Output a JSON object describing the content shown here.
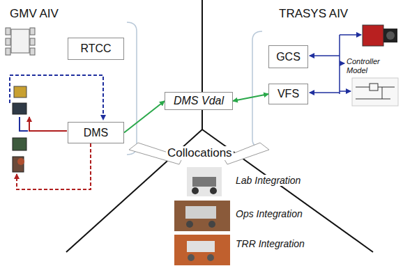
{
  "diagram": {
    "nodes": [
      {
        "text": [
          "RTCC"
        ]
      },
      {
        "text": [
          "DMS"
        ]
      },
      {
        "text": [
          "DMS Vdal"
        ]
      },
      {
        "text": [
          "GCS"
        ]
      },
      {
        "text": [
          "VFS"
        ]
      }
    ],
    "edges": [
      {
        "from": 1,
        "to": 2,
        "arrow": "to"
      },
      {
        "from": 2,
        "to": 4,
        "arrow": "both"
      }
    ],
    "labels": [
      "GMV AIV",
      "TRASYS AIV",
      "Controller Model",
      "Collocations",
      "Lab Integration",
      "Ops Integration",
      "TRR Integration"
    ]
  }
}
